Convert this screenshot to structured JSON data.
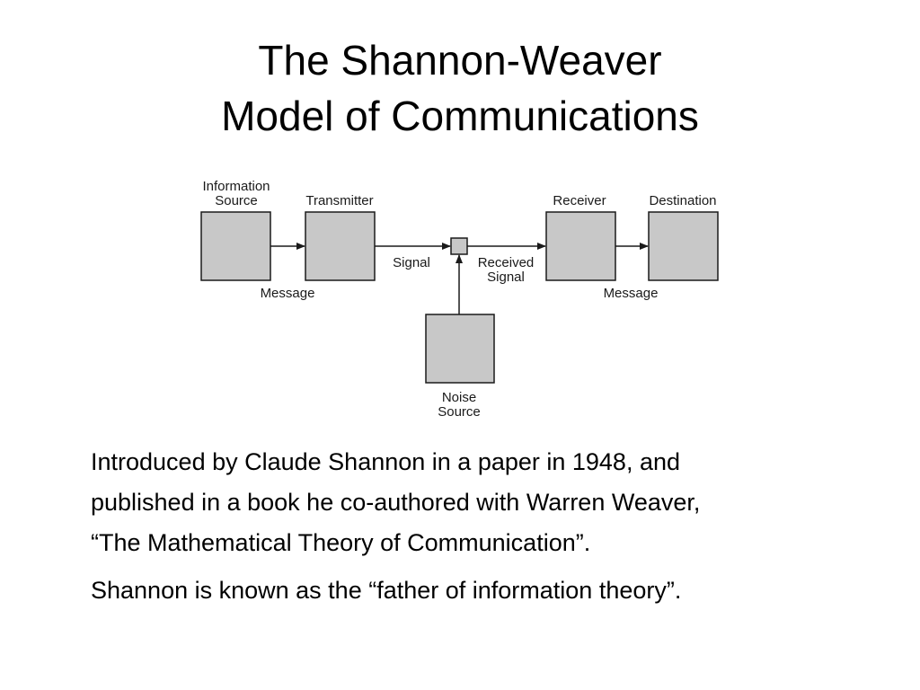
{
  "slide": {
    "title_line1": "The Shannon-Weaver",
    "title_line2": "Model of Communications"
  },
  "diagram": {
    "information_source_line1": "Information",
    "information_source_line2": "Source",
    "transmitter": "Transmitter",
    "receiver": "Receiver",
    "destination": "Destination",
    "signal": "Signal",
    "received_signal_line1": "Received",
    "received_signal_line2": "Signal",
    "message_left": "Message",
    "message_right": "Message",
    "noise_source_line1": "Noise",
    "noise_source_line2": "Source",
    "box_fill": "#c8c8c8",
    "stroke_color": "#1a1a1a"
  },
  "body": {
    "paragraph1_line1": "Introduced by Claude Shannon in a paper in 1948, and",
    "paragraph1_line2": "published in a book he co-authored with Warren Weaver,",
    "paragraph1_line3": "“The Mathematical Theory of Communication”.",
    "paragraph2": "Shannon is known as the “father of information theory”."
  }
}
